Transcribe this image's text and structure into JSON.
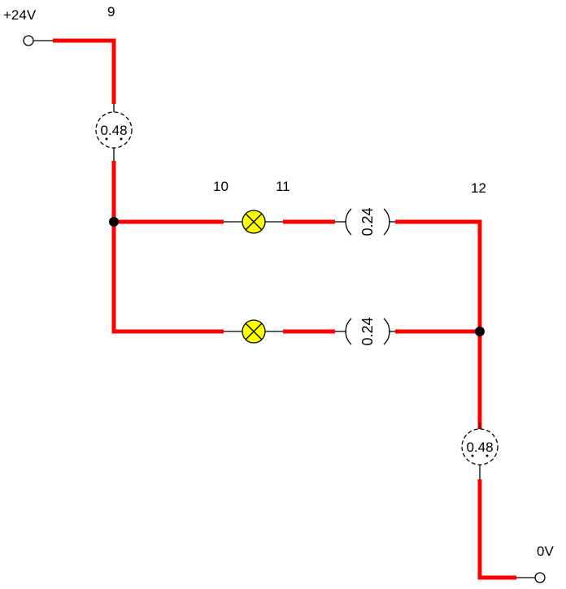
{
  "terminals": {
    "positive": "+24V",
    "ground": "0V"
  },
  "nodes": [
    "9",
    "10",
    "11",
    "12"
  ],
  "meters": {
    "top_vertical": "0.48",
    "branch1": "0.24",
    "branch2": "0.24",
    "bottom_vertical": "0.48"
  },
  "colors": {
    "wire_active": "#ff0000",
    "lamp": "#ffff00"
  }
}
